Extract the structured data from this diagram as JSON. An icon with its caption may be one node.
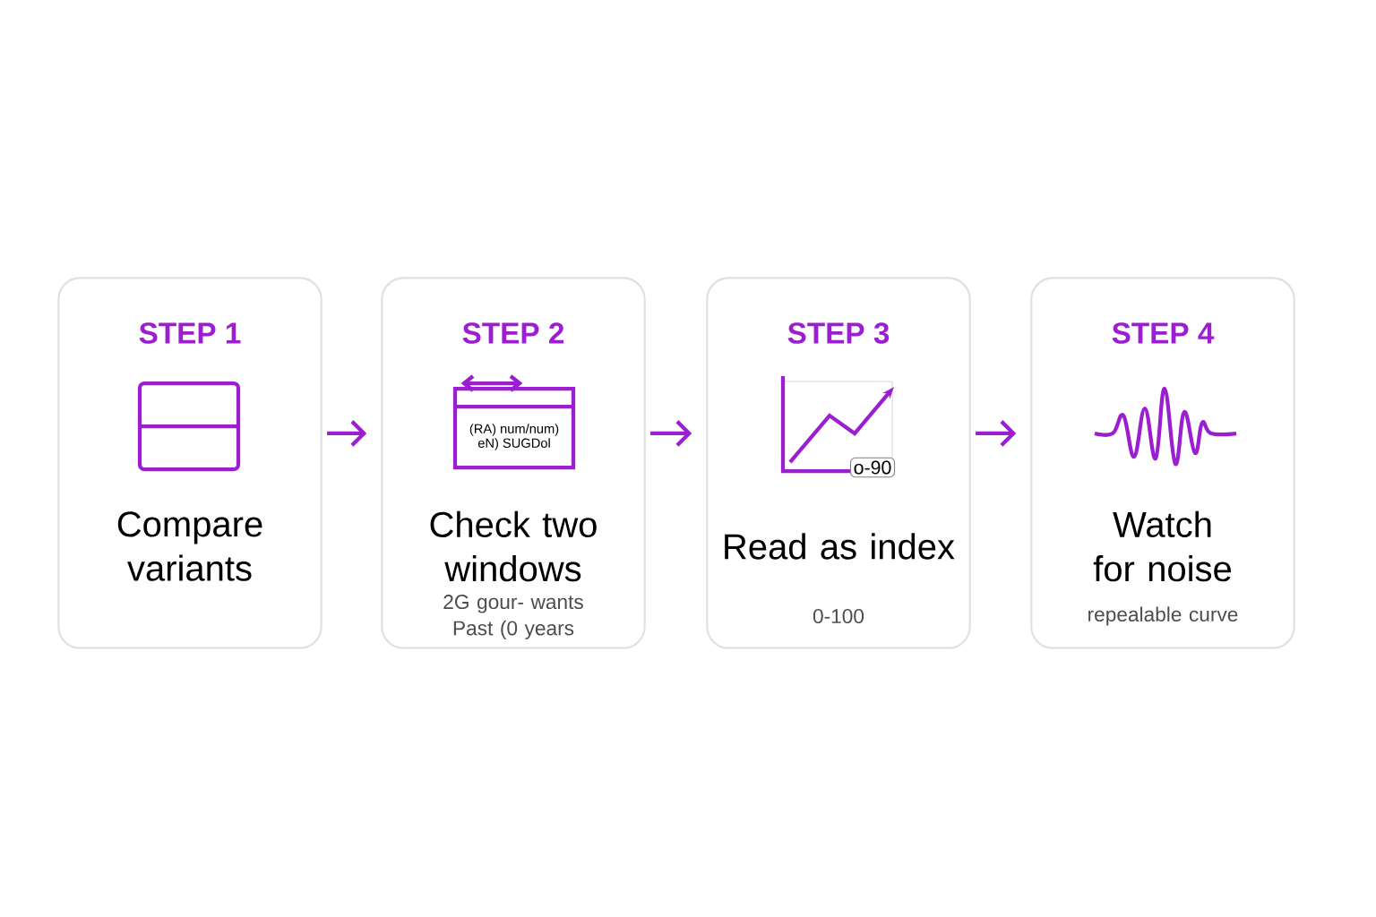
{
  "diagram": {
    "nodes": [
      {
        "text": [
          "STEP 1",
          "Compare variants"
        ]
      },
      {
        "text": [
          "STEP 2",
          "Check two windows",
          "2G gour- wants Past (0 years"
        ]
      },
      {
        "text": [
          "STEP 3",
          "Read as index",
          "0-100"
        ]
      },
      {
        "text": [
          "STEP 4",
          "Watch for noise",
          "repealable curve"
        ]
      }
    ],
    "edges": [
      {
        "from": 0,
        "to": 1,
        "arrow": "to"
      },
      {
        "from": 1,
        "to": 2,
        "arrow": "to"
      },
      {
        "from": 2,
        "to": 3,
        "arrow": "to"
      }
    ],
    "labels": [
      "(RA) num/num)",
      "eN) SUGDol",
      "o-90"
    ]
  }
}
